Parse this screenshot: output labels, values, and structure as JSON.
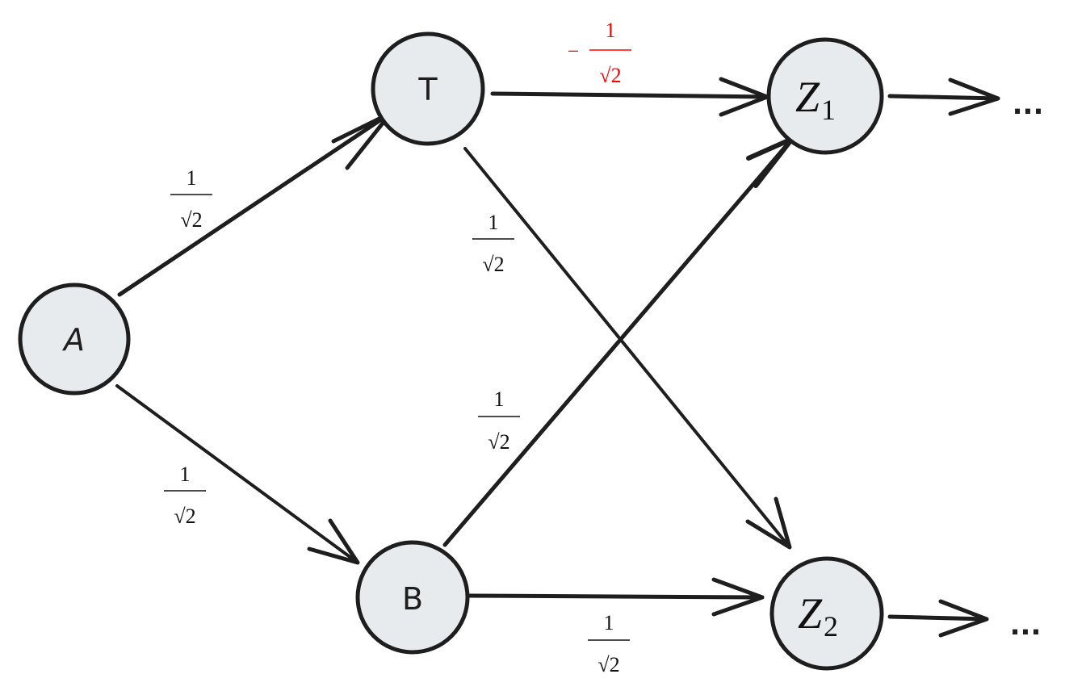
{
  "diagram": {
    "type": "directed-graph",
    "node_fill_color": "#e8ebee",
    "stroke_color": "#1e1e1e",
    "highlight_color": "#ff0000",
    "nodes": [
      {
        "id": "A",
        "label": "A",
        "style": "hand"
      },
      {
        "id": "T",
        "label": "T",
        "style": "hand"
      },
      {
        "id": "B",
        "label": "B",
        "style": "hand"
      },
      {
        "id": "Z1",
        "label": "Z",
        "subscript": "1",
        "style": "math"
      },
      {
        "id": "Z2",
        "label": "Z",
        "subscript": "2",
        "style": "math"
      }
    ],
    "edges": [
      {
        "from": "A",
        "to": "T",
        "weight": {
          "sign": "",
          "numerator": "1",
          "denominator": "√2"
        },
        "color": "#111111"
      },
      {
        "from": "A",
        "to": "B",
        "weight": {
          "sign": "",
          "numerator": "1",
          "denominator": "√2"
        },
        "color": "#111111"
      },
      {
        "from": "T",
        "to": "Z1",
        "weight": {
          "sign": "−",
          "numerator": "1",
          "denominator": "√2"
        },
        "color": "#ff0000"
      },
      {
        "from": "T",
        "to": "Z2",
        "weight": {
          "sign": "",
          "numerator": "1",
          "denominator": "√2"
        },
        "color": "#111111"
      },
      {
        "from": "B",
        "to": "Z1",
        "weight": {
          "sign": "",
          "numerator": "1",
          "denominator": "√2"
        },
        "color": "#111111"
      },
      {
        "from": "B",
        "to": "Z2",
        "weight": {
          "sign": "",
          "numerator": "1",
          "denominator": "√2"
        },
        "color": "#111111"
      }
    ],
    "continuations": [
      {
        "from": "Z1",
        "label": "..."
      },
      {
        "from": "Z2",
        "label": "..."
      }
    ]
  }
}
